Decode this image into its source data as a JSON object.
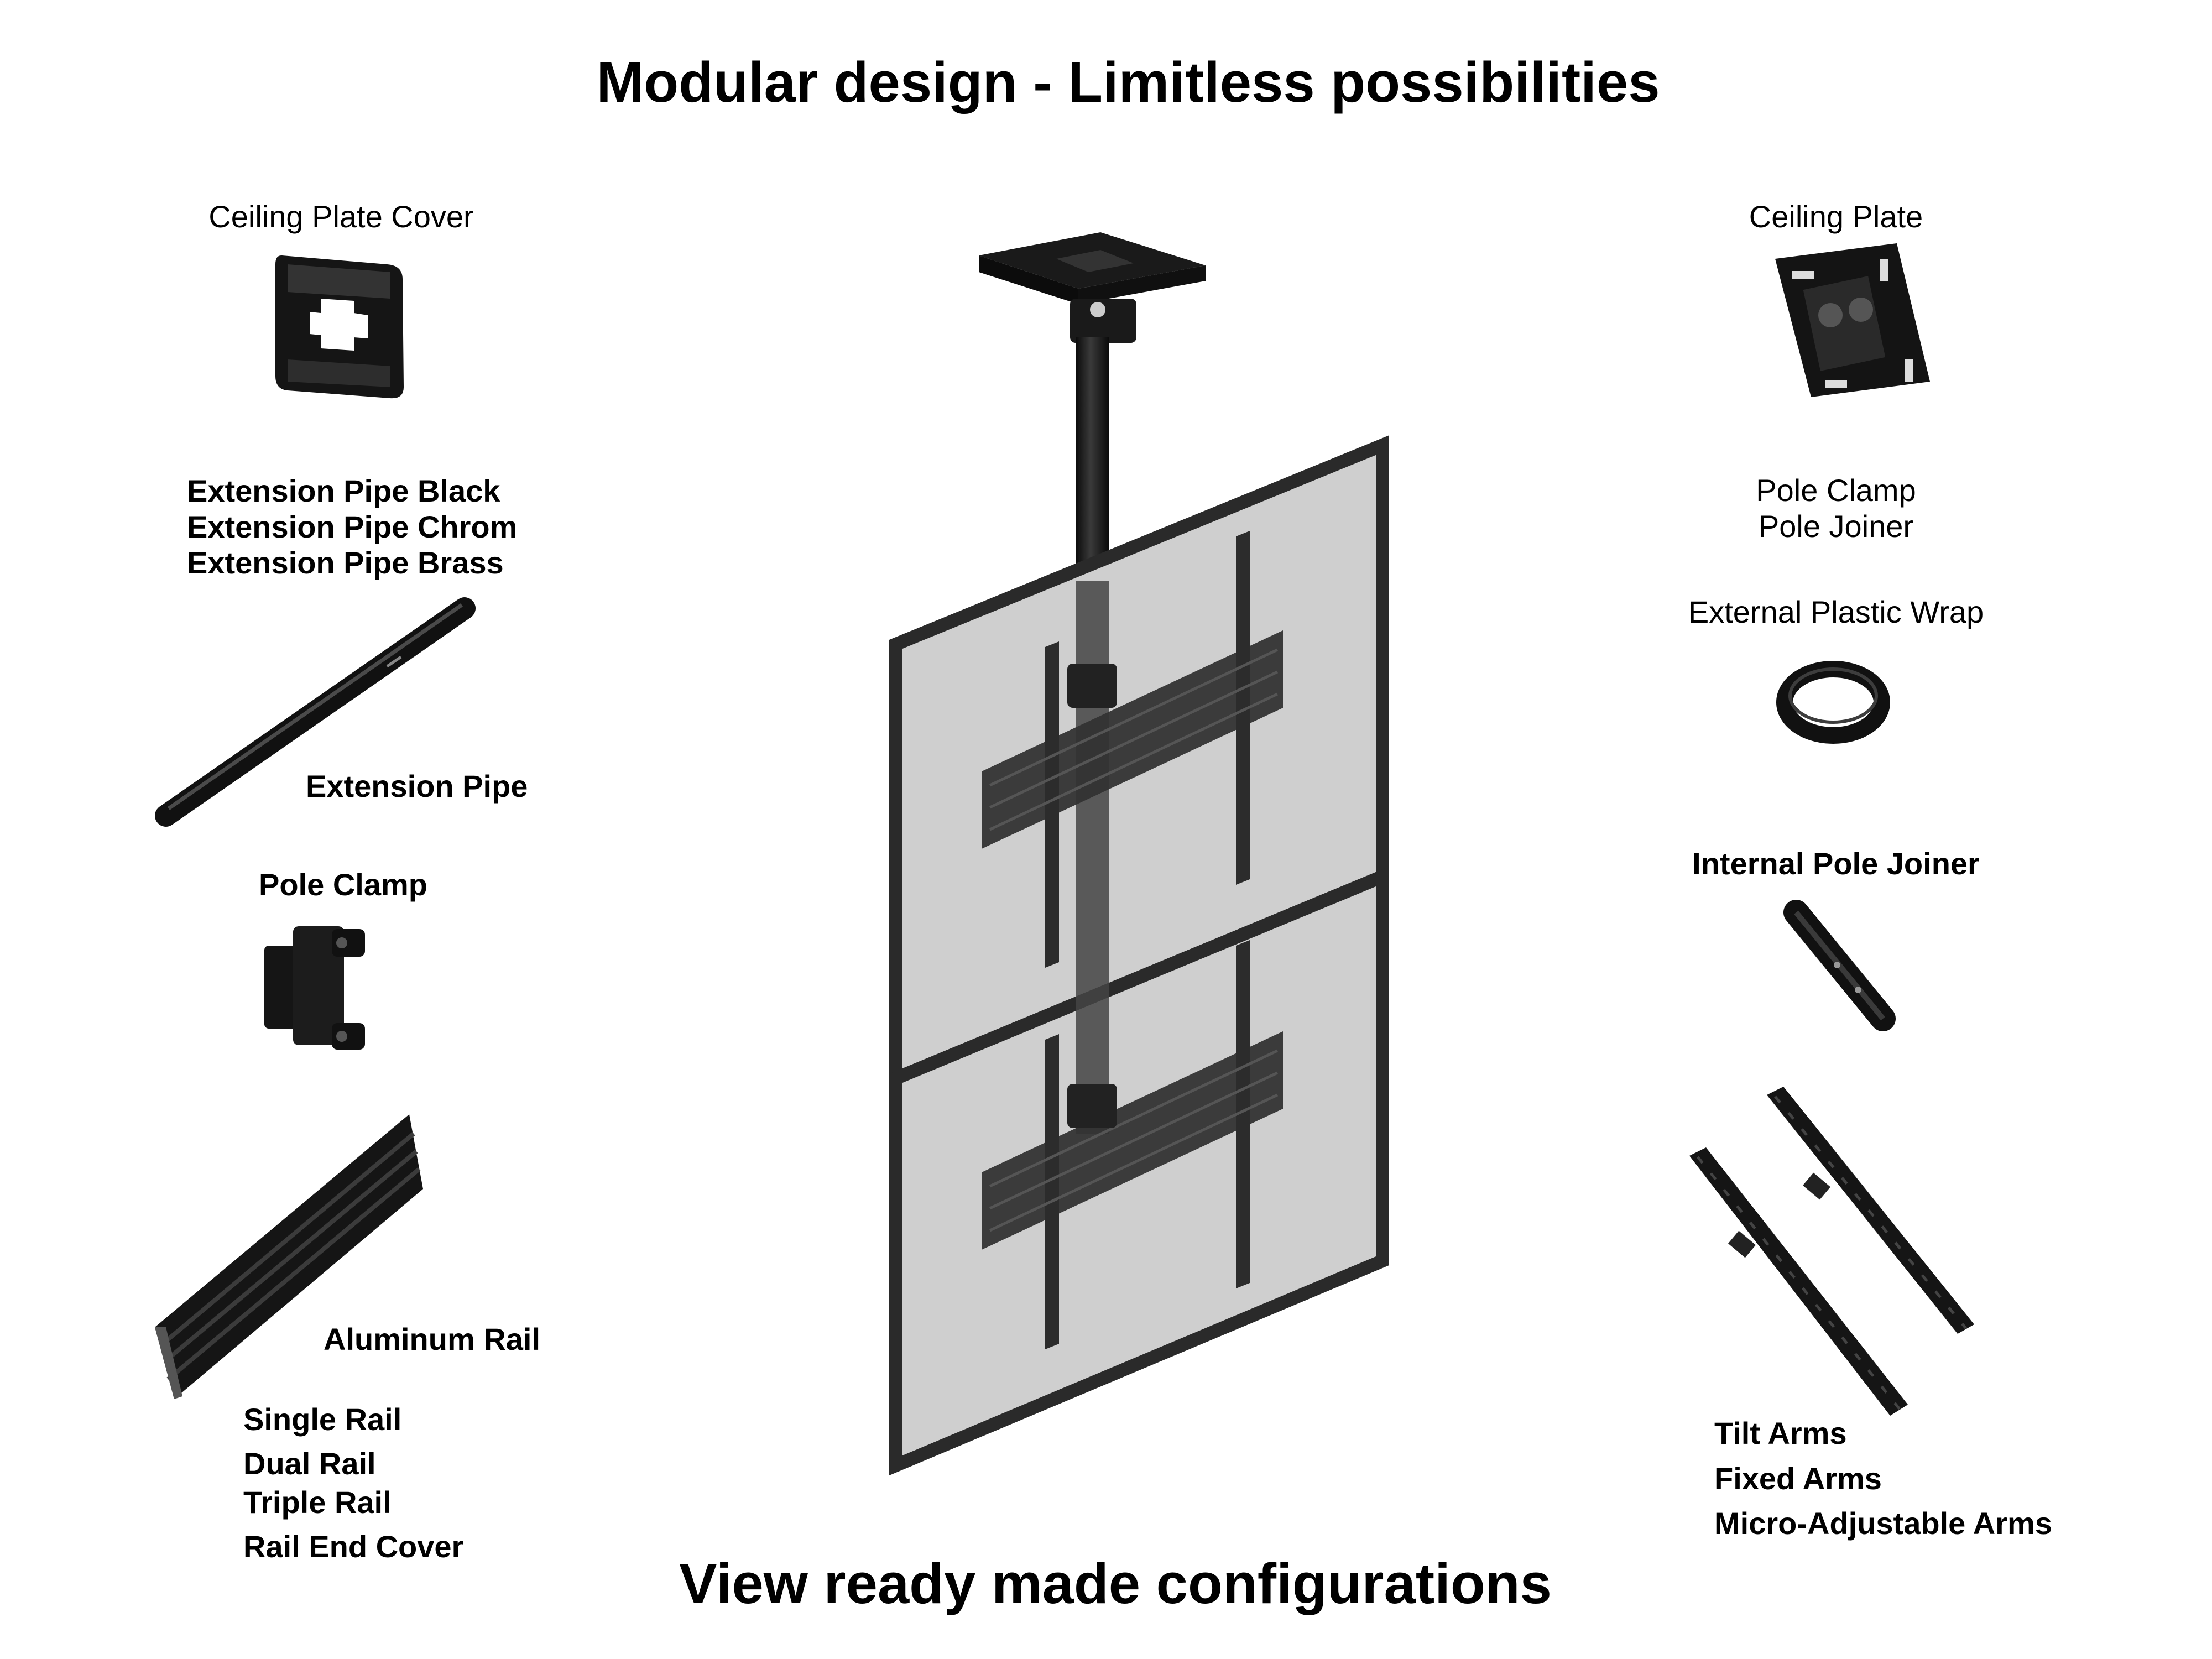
{
  "header": {
    "title": "Modular design - Limitless possibilities"
  },
  "footer": {
    "cta_label": "View ready made configurations"
  },
  "left": {
    "ceiling_plate_cover": "Ceiling Plate Cover",
    "extension_pipe_finishes": [
      "Extension Pipe Black",
      "Extension Pipe Chrom",
      "Extension Pipe Brass"
    ],
    "extension_pipe": "Extension Pipe",
    "pole_clamp": "Pole Clamp",
    "aluminum_rail": "Aluminum Rail",
    "rail_options": [
      "Single Rail",
      "Dual Rail",
      "Triple Rail",
      "Rail End Cover"
    ]
  },
  "right": {
    "ceiling_plate": "Ceiling Plate",
    "pole_clamp_joiner": [
      "Pole Clamp",
      "Pole Joiner"
    ],
    "external_plastic_wrap": "External Plastic Wrap",
    "internal_pole_joiner": "Internal Pole Joiner",
    "arm_options": [
      "Tilt Arms",
      "Fixed Arms",
      "Micro-Adjustable Arms"
    ]
  },
  "icons": [
    "ceiling-plate-cover-icon",
    "extension-pipe-icon",
    "pole-clamp-icon",
    "aluminum-rail-icon",
    "ceiling-plate-icon",
    "plastic-wrap-icon",
    "internal-pole-joiner-icon",
    "arms-icon",
    "ceiling-mount-assembly-icon"
  ],
  "colors": {
    "background": "#ffffff",
    "part": "#141414",
    "screen": "#cfcfcf",
    "frame": "#2a2a2a"
  }
}
